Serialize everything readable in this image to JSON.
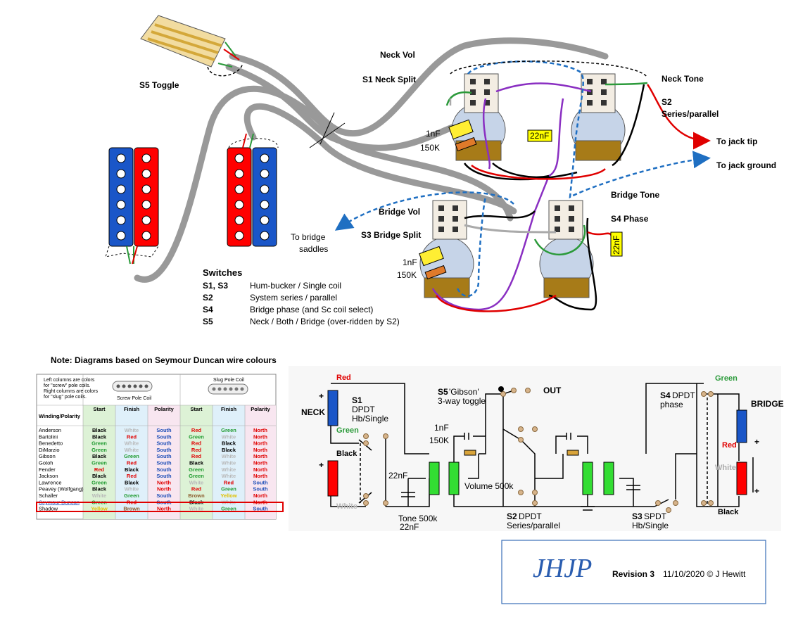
{
  "colors": {
    "cable": "#999999",
    "pickup_red": "#ff0000",
    "pickup_blue": "#1a56c8",
    "pot_body": "#c6d4e8",
    "pot_base": "#a77b18",
    "wire_purple": "#8a2fc2",
    "wire_green": "#2b9a3a",
    "wire_red": "#e00000",
    "wire_blue_dash": "#1f6fc2",
    "highlight_box": "#e00000",
    "logo": "#2a5db0"
  },
  "top_diagram": {
    "labels": {
      "s5_toggle": "S5 Toggle",
      "neck_vol": "Neck Vol",
      "s1_neck_split": "S1 Neck Split",
      "neck_tone": "Neck Tone",
      "s2": "S2",
      "series_parallel": "Series/parallel",
      "to_jack_tip": "To jack tip",
      "to_jack_ground": "To jack ground",
      "bridge_tone": "Bridge Tone",
      "s4_phase": "S4 Phase",
      "bridge_vol": "Bridge Vol",
      "s3_bridge_split": "S3 Bridge Split",
      "to_bridge": "To bridge",
      "saddles": "saddles",
      "cap_1nf_a": "1nF",
      "res_150k_a": "150K",
      "cap_1nf_b": "1nF",
      "res_150k_b": "150K",
      "cap_22nf_a": "22nF",
      "cap_22nf_b": "22nF"
    },
    "switches": {
      "heading": "Switches",
      "rows": [
        {
          "key": "S1, S3",
          "desc": "Hum-bucker / Single coil"
        },
        {
          "key": "S2",
          "desc": "System series / parallel"
        },
        {
          "key": "S4",
          "desc": "Bridge phase (and Sc coil select)"
        },
        {
          "key": "S5",
          "desc": "Neck / Both / Bridge (over-ridden by S2)"
        }
      ]
    }
  },
  "note": "Note: Diagrams based on Seymour Duncan wire colours",
  "wire_table": {
    "left_note": [
      "Left columns are colors",
      "for \"screw\" pole coils.",
      "Right columns are colors",
      "for \"slug\" pole coils."
    ],
    "screw_label": "Screw Pole Coil",
    "slug_label": "Slug Pole Coil",
    "header_row_label": "Winding/Polarity",
    "headers": [
      "Start",
      "Finish",
      "Polarity",
      "Start",
      "Finish",
      "Polarity"
    ],
    "rows": [
      {
        "name": "Anderson",
        "cells": [
          "Black",
          "White",
          "South",
          "Red",
          "Green",
          "North"
        ]
      },
      {
        "name": "Bartolini",
        "cells": [
          "Black",
          "Red",
          "South",
          "Green",
          "White",
          "North"
        ]
      },
      {
        "name": "Benedetto",
        "cells": [
          "Green",
          "White",
          "South",
          "Red",
          "Black",
          "North"
        ]
      },
      {
        "name": "DiMarzio",
        "cells": [
          "Green",
          "White",
          "South",
          "Red",
          "Black",
          "North"
        ]
      },
      {
        "name": "Gibson",
        "cells": [
          "Black",
          "Green",
          "South",
          "Red",
          "White",
          "North"
        ]
      },
      {
        "name": "Gotoh",
        "cells": [
          "Green",
          "Red",
          "South",
          "Black",
          "White",
          "North"
        ]
      },
      {
        "name": "Fender",
        "cells": [
          "Red",
          "Black",
          "South",
          "Green",
          "White",
          "North"
        ]
      },
      {
        "name": "Jackson",
        "cells": [
          "Black",
          "Red",
          "South",
          "Green",
          "White",
          "North"
        ]
      },
      {
        "name": "Lawrence",
        "cells": [
          "Green",
          "Black",
          "North",
          "White",
          "Red",
          "South"
        ]
      },
      {
        "name": "Peavey (Wolfgang)",
        "cells": [
          "Black",
          "White",
          "North",
          "Red",
          "Green",
          "South"
        ]
      },
      {
        "name": "Schaller",
        "cells": [
          "White",
          "Green",
          "South",
          "Brown",
          "Yellow",
          "North"
        ]
      },
      {
        "name": "Seymour Duncan",
        "cells": [
          "Green",
          "Red",
          "South",
          "Black",
          "White",
          "North"
        ]
      },
      {
        "name": "Shadow",
        "cells": [
          "Yellow",
          "Brown",
          "North",
          "White",
          "Green",
          "South"
        ]
      }
    ]
  },
  "schematic": {
    "labels": {
      "red_top": "Red",
      "neck": "NECK",
      "plus1": "+",
      "plus2": "+",
      "green_left": "Green",
      "black_left": "Black",
      "white_left": "White",
      "s1": "S1",
      "s1_dpdt": "DPDT",
      "s1_desc": "Hb/Single",
      "s5": "S5",
      "s5_name": "'Gibson'",
      "s5_desc": "3-way toggle",
      "out": "OUT",
      "cap_1nf": "1nF",
      "res_150k": "150K",
      "cap_22nf": "22nF",
      "volume": "Volume 500k",
      "tone": "Tone 500k",
      "tone_cap": "22nF",
      "s2": "S2",
      "s2_desc": "DPDT",
      "s2_sub": "Series/parallel",
      "s3": "S3",
      "s3_desc": "SPDT",
      "s3_sub": "Hb/Single",
      "s4": "S4",
      "s4_desc": "DPDT",
      "s4_sub": "phase",
      "green_right": "Green",
      "bridge": "BRIDGE",
      "red_right": "Red",
      "white_right": "White",
      "black_right": "Black",
      "plus3": "+",
      "plus4": "+"
    }
  },
  "footer": {
    "logo": "JHJP",
    "revision": "Revision 3",
    "date_author": "11/10/2020 © J Hewitt"
  }
}
